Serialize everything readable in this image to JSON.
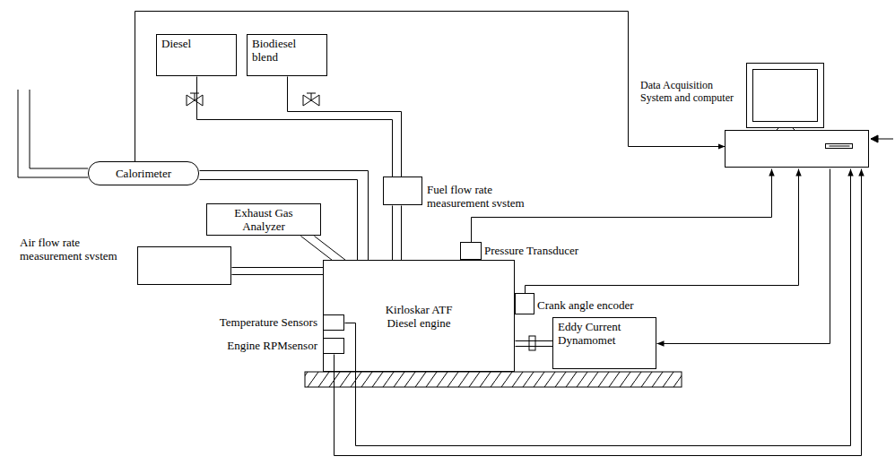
{
  "diagram": {
    "nodes": [
      {
        "text": [
          "Diesel"
        ]
      },
      {
        "text": [
          "Biodiesel blend"
        ]
      },
      {
        "text": [
          "Calorimeter"
        ]
      },
      {
        "text": [
          "Exhaust Gas Analyzer"
        ]
      },
      {
        "text": [
          "Fuel flow rate measurement svstem"
        ]
      },
      {
        "text": [
          "Air flow rate measurement svstem"
        ]
      },
      {
        "text": [
          "Kirloskar ATF Diesel engine"
        ]
      },
      {
        "text": [
          "Pressure Transducer"
        ]
      },
      {
        "text": [
          "Crank angle encoder"
        ]
      },
      {
        "text": [
          "Temperature Sensors"
        ],
        "in": 6
      },
      {
        "text": [
          "Engine RPMsensor"
        ],
        "in": 6
      },
      {
        "text": [
          "Eddy Current Dynamomet"
        ]
      },
      {
        "text": [
          "Data Acquisition System and computer"
        ]
      }
    ],
    "edges": [
      {
        "from": 0,
        "to": 4,
        "arrow": "none"
      },
      {
        "from": 1,
        "to": 4,
        "arrow": "none"
      },
      {
        "from": 4,
        "to": 6,
        "arrow": "none"
      },
      {
        "from": 2,
        "to": 6,
        "arrow": "none"
      },
      {
        "from": 2,
        "to": 12,
        "arrow": "to"
      },
      {
        "from": 3,
        "to": 6,
        "arrow": "none"
      },
      {
        "from": 5,
        "to": 6,
        "arrow": "none"
      },
      {
        "from": 7,
        "to": 12,
        "arrow": "to"
      },
      {
        "from": 8,
        "to": 12,
        "arrow": "to"
      },
      {
        "from": 12,
        "to": 11,
        "arrow": "to"
      },
      {
        "from": 9,
        "to": 12,
        "arrow": "to"
      },
      {
        "from": 10,
        "to": 12,
        "arrow": "to"
      },
      {
        "from": 6,
        "to": 11,
        "arrow": "none"
      }
    ]
  }
}
